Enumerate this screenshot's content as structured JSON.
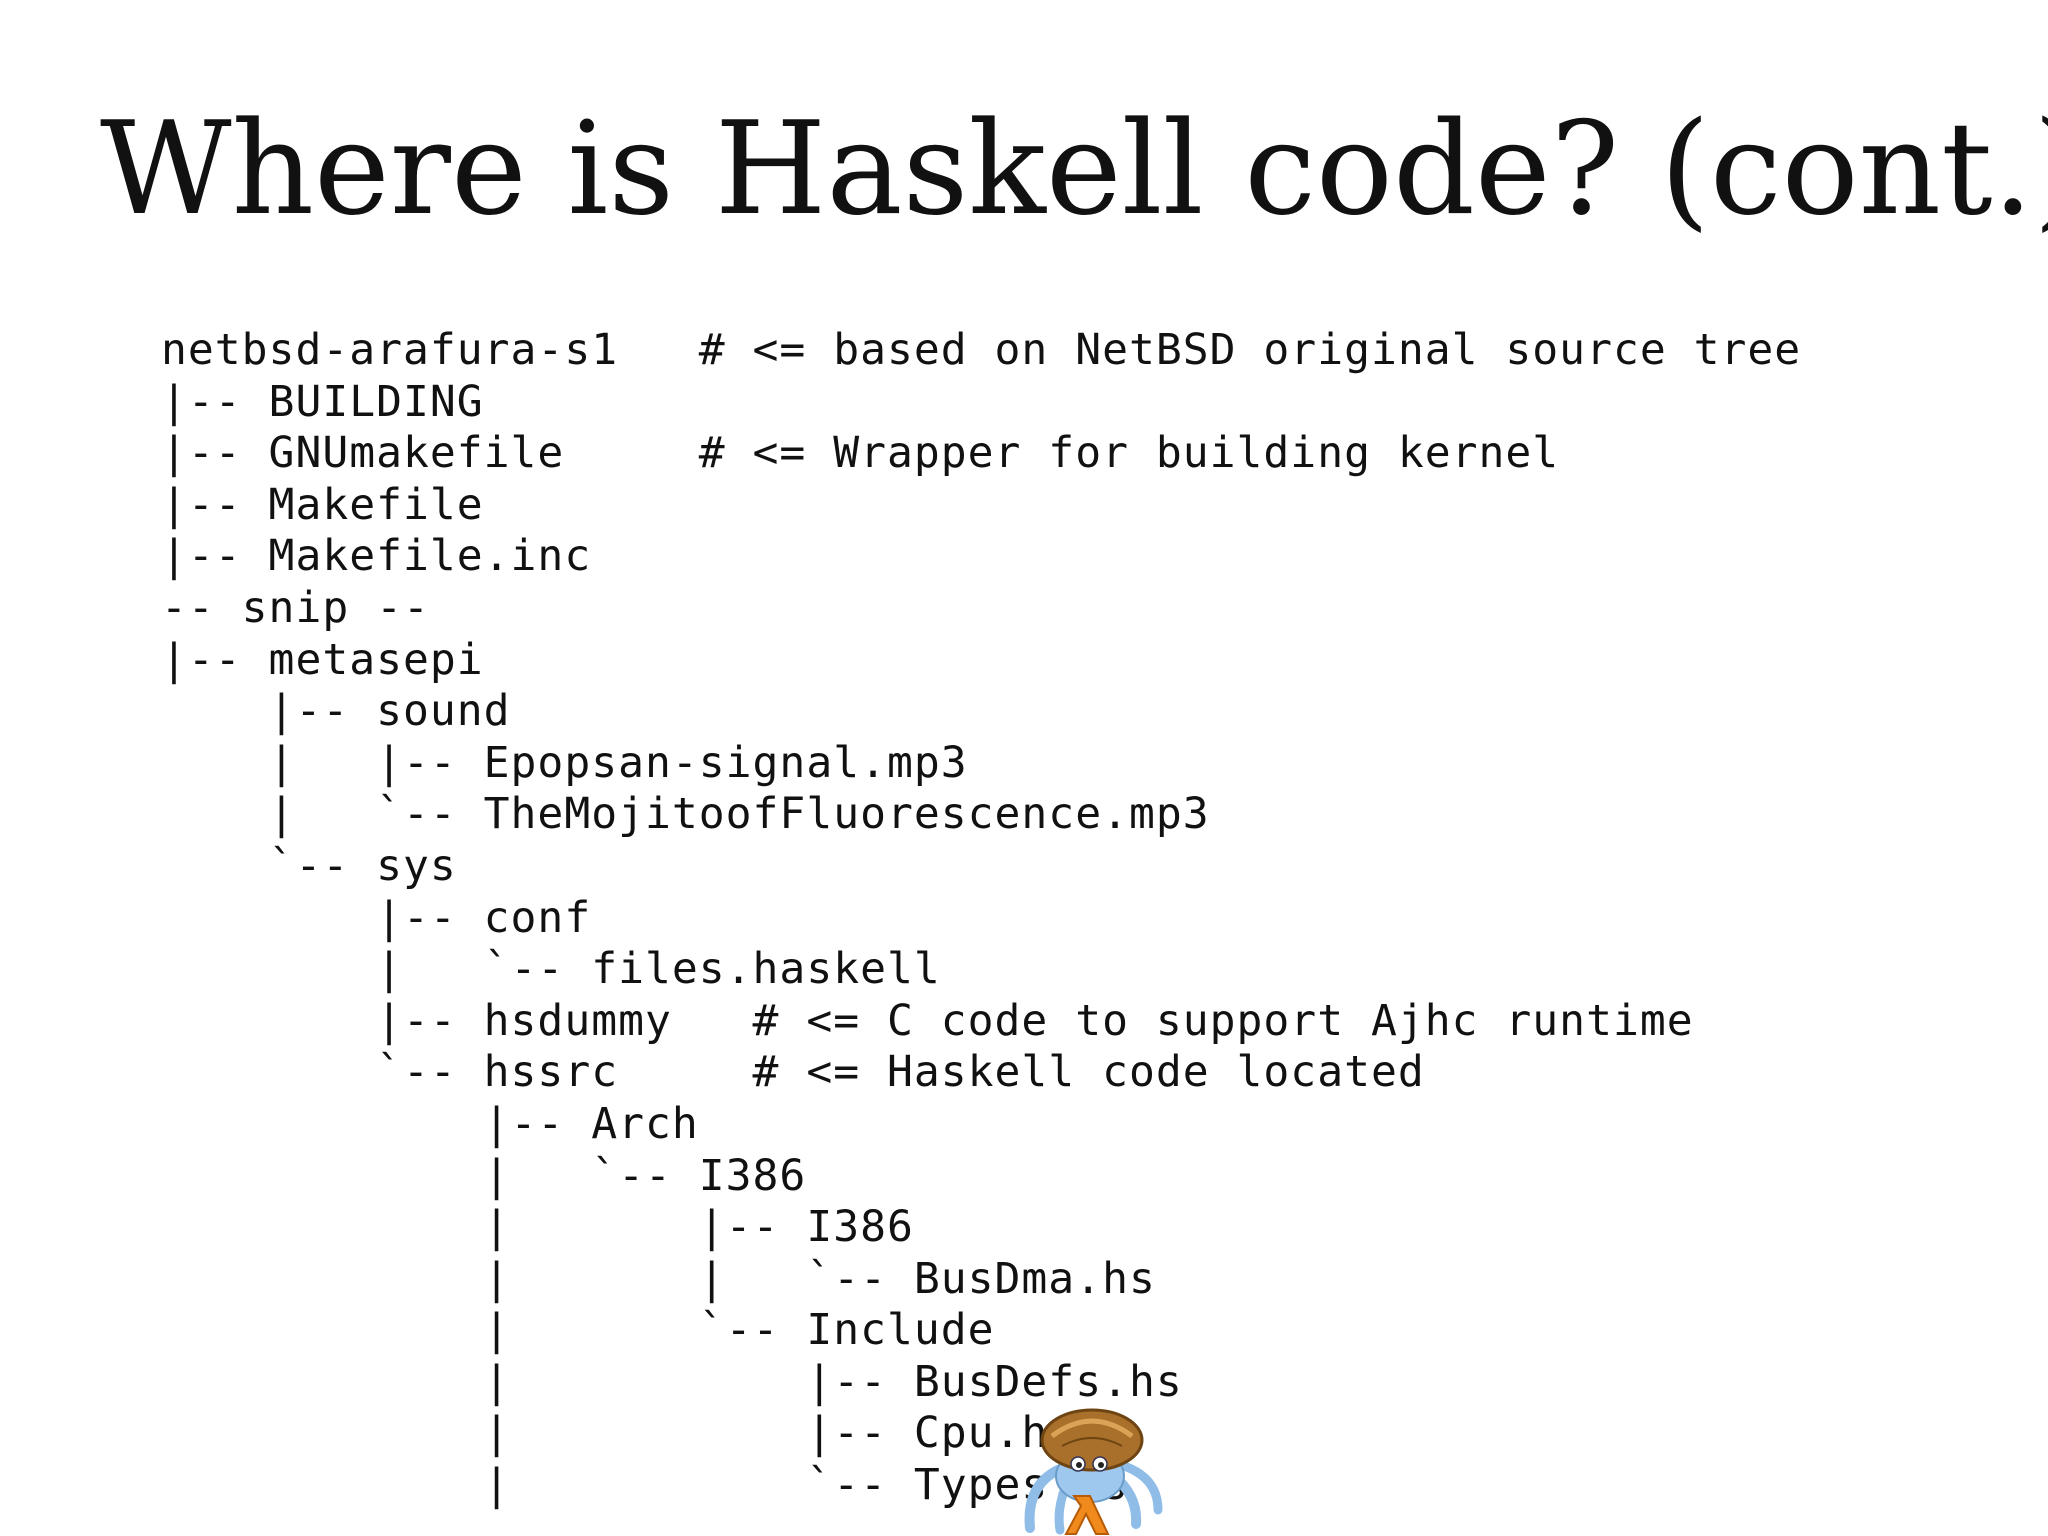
{
  "slide": {
    "title": "Where is Haskell code? (cont.)"
  },
  "tree": {
    "lines": [
      "netbsd-arafura-s1   # <= based on NetBSD original source tree",
      "|-- BUILDING",
      "|-- GNUmakefile     # <= Wrapper for building kernel",
      "|-- Makefile",
      "|-- Makefile.inc",
      "-- snip --",
      "|-- metasepi",
      "    |-- sound",
      "    |   |-- Epopsan-signal.mp3",
      "    |   `-- TheMojitoofFluorescence.mp3",
      "    `-- sys",
      "        |-- conf",
      "        |   `-- files.haskell",
      "        |-- hsdummy   # <= C code to support Ajhc runtime",
      "        `-- hssrc     # <= Haskell code located",
      "            |-- Arch",
      "            |   `-- I386",
      "            |       |-- I386",
      "            |       |   `-- BusDma.hs",
      "            |       `-- Include",
      "            |           |-- BusDefs.hs",
      "            |           |-- Cpu.hs",
      "            |           `-- Types.hs"
    ]
  },
  "mascot": {
    "icon": "ajhc-crab-mascot-icon",
    "shell_color": "#a8702a",
    "body_color": "#9fc8ee",
    "lambda_color": "#f08a1c"
  }
}
